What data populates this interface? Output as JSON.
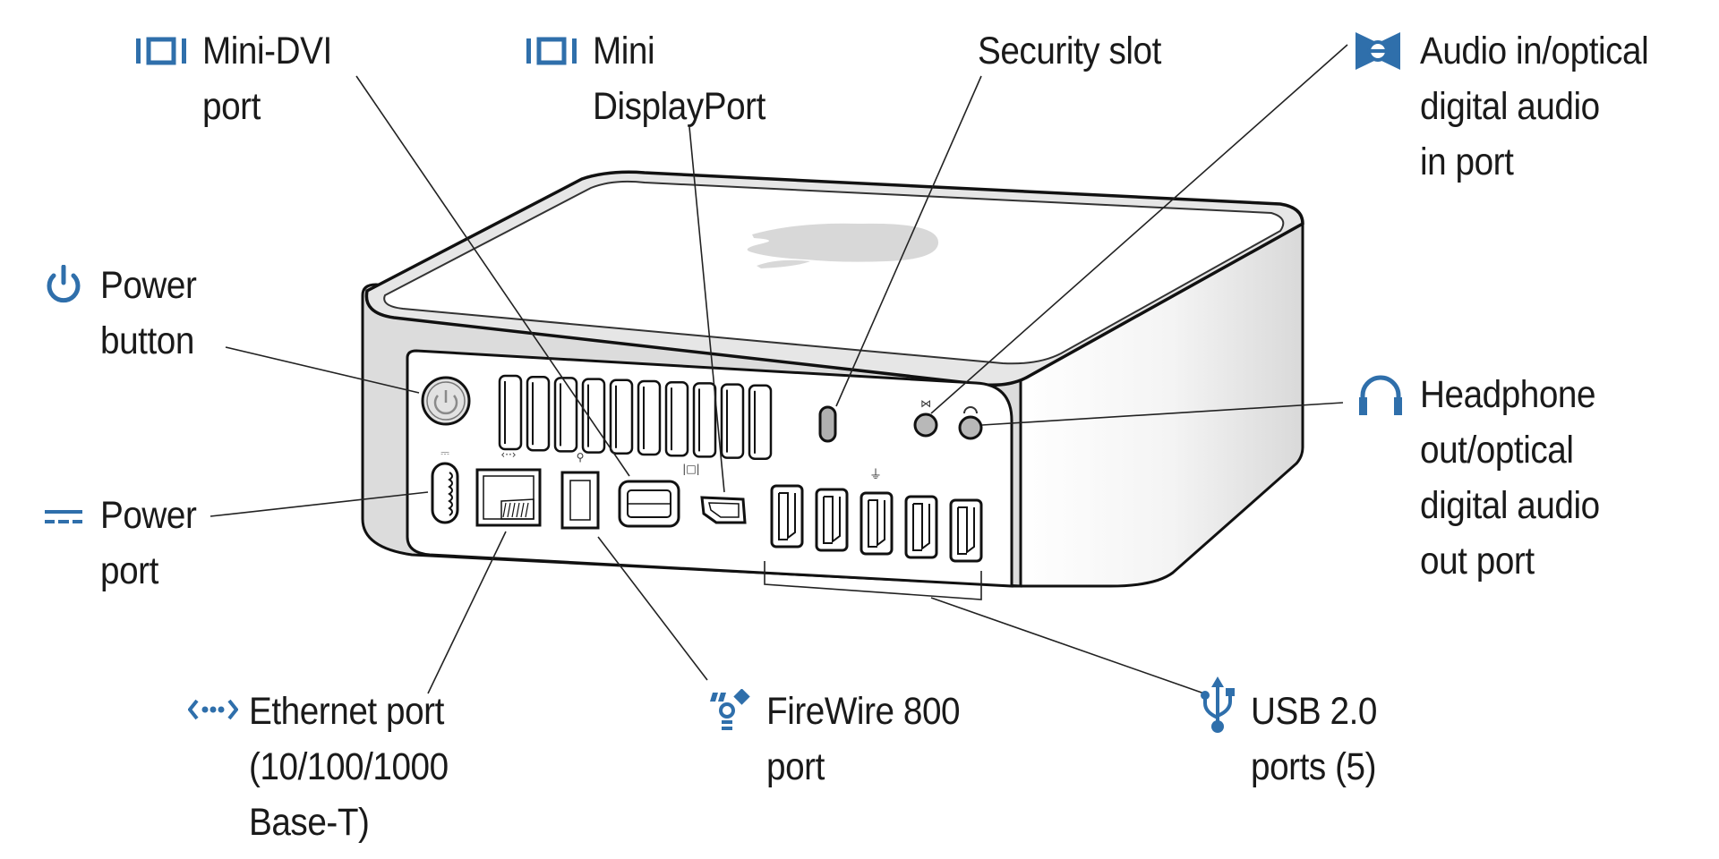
{
  "diagram": {
    "subject": "Mac mini rear panel",
    "accent_color": "#2f6fab",
    "callouts": [
      {
        "id": "mini-dvi",
        "icon": "display-port-icon",
        "lines": [
          "Mini-DVI",
          "port"
        ]
      },
      {
        "id": "mini-displayport",
        "icon": "display-port-icon",
        "lines": [
          "Mini",
          "DisplayPort"
        ]
      },
      {
        "id": "security-slot",
        "icon": null,
        "lines": [
          "Security slot"
        ]
      },
      {
        "id": "audio-in",
        "icon": "audio-in-icon",
        "lines": [
          "Audio in/optical",
          "digital audio",
          "in port"
        ]
      },
      {
        "id": "power-button",
        "icon": "power-icon",
        "lines": [
          "Power",
          "button"
        ]
      },
      {
        "id": "power-port",
        "icon": "dc-power-icon",
        "lines": [
          "Power",
          "port"
        ]
      },
      {
        "id": "headphone",
        "icon": "headphone-icon",
        "lines": [
          "Headphone",
          "out/optical",
          "digital audio",
          "out port"
        ]
      },
      {
        "id": "ethernet",
        "icon": "ethernet-icon",
        "lines": [
          "Ethernet port",
          "(10/100/1000",
          "Base-T)"
        ]
      },
      {
        "id": "firewire",
        "icon": "firewire-icon",
        "lines": [
          "FireWire 800",
          "port"
        ]
      },
      {
        "id": "usb",
        "icon": "usb-icon",
        "lines": [
          "USB 2.0",
          "ports (5)"
        ]
      }
    ],
    "usb_port_count": 5,
    "vent_slot_count": 10
  }
}
